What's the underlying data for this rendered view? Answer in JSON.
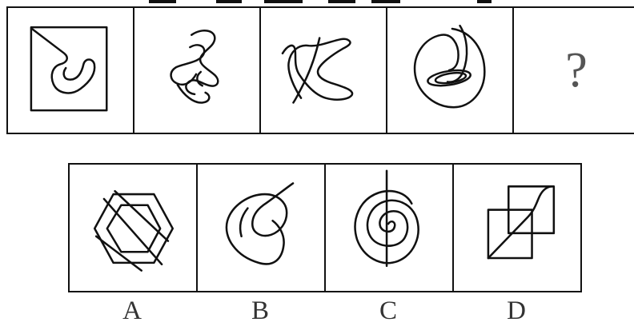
{
  "question_mark": "?",
  "options": [
    "A",
    "B",
    "C",
    "D"
  ],
  "icons": {
    "top": [
      "square-hook-curve-icon",
      "twisted-loop-curve-icon",
      "crossed-loop-curve-icon",
      "ellipse-spiral-curve-icon"
    ],
    "bottom": [
      "hexagon-diagonal-lines-icon",
      "round-spiral-curve-icon",
      "concentric-spiral-vertical-line-icon",
      "overlapping-squares-diagonal-icon"
    ]
  }
}
